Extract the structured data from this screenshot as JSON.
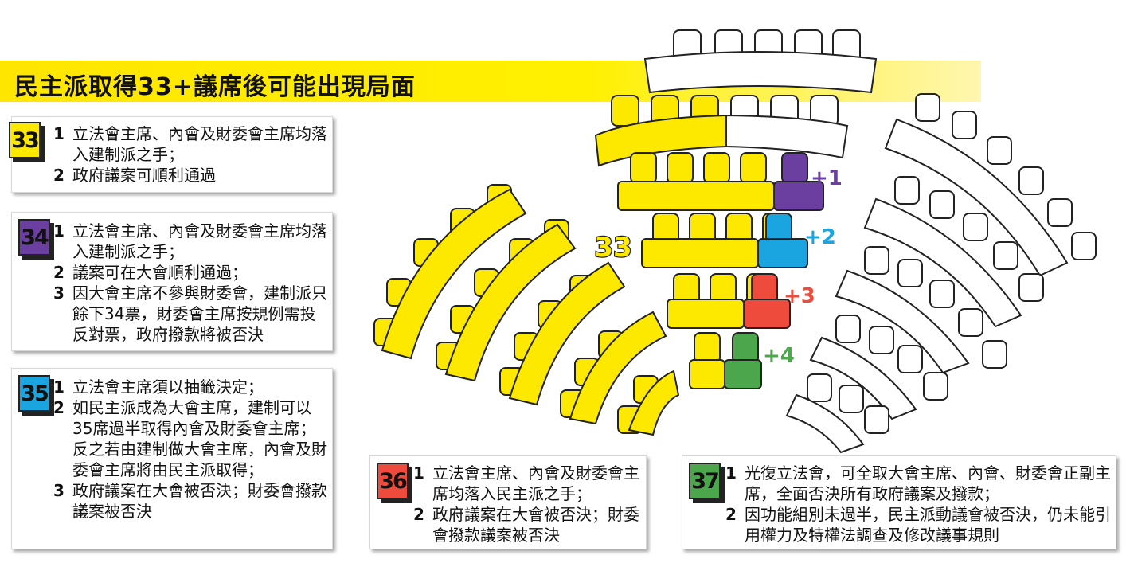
{
  "title": "民主派取得33+議席後可能出現局面",
  "colors": {
    "yellow": "#fde800",
    "purple": "#6a3fa0",
    "blue": "#1ba5e0",
    "red": "#ee4b3c",
    "green": "#4ca64c",
    "white": "#ffffff",
    "outline": "#222222"
  },
  "chamber": {
    "base_label": "33",
    "increments": [
      "+1",
      "+2",
      "+3",
      "+4"
    ]
  },
  "scenarios": [
    {
      "badge": "33",
      "color": "#fde800",
      "items": [
        {
          "num": "1",
          "text": "立法會主席、內會及財委會主席均落入建制派之手；"
        },
        {
          "num": "2",
          "text": "政府議案可順利通過"
        }
      ]
    },
    {
      "badge": "34",
      "color": "#6a3fa0",
      "items": [
        {
          "num": "1",
          "text": "立法會主席、內會及財委會主席均落入建制派之手；"
        },
        {
          "num": "2",
          "text": "議案可在大會順利通過；"
        },
        {
          "num": "3",
          "text": "因大會主席不參與財委會，建制派只餘下34票，財委會主席按規例需投反對票，政府撥款將被否決"
        }
      ]
    },
    {
      "badge": "35",
      "color": "#1ba5e0",
      "items": [
        {
          "num": "1",
          "text": "立法會主席須以抽籤決定；"
        },
        {
          "num": "2",
          "text": "如民主派成為大會主席，建制可以35席過半取得內會及財委會主席；反之若由建制做大會主席，內會及財委會主席將由民主派取得；"
        },
        {
          "num": "3",
          "text": "政府議案在大會被否決；財委會撥款議案被否決"
        }
      ]
    },
    {
      "badge": "36",
      "color": "#ee4b3c",
      "items": [
        {
          "num": "1",
          "text": "立法會主席、內會及財委會主席均落入民主派之手；"
        },
        {
          "num": "2",
          "text": "政府議案在大會被否決；財委會撥款議案被否決"
        }
      ]
    },
    {
      "badge": "37",
      "color": "#4ca64c",
      "items": [
        {
          "num": "1",
          "text": "光復立法會，可全取大會主席、內會、財委會正副主席，全面否決所有政府議案及撥款；"
        },
        {
          "num": "2",
          "text": "因功能組別未過半，民主派動議會被否決，仍未能引用權力及特權法調查及修改議事規則"
        }
      ]
    }
  ]
}
